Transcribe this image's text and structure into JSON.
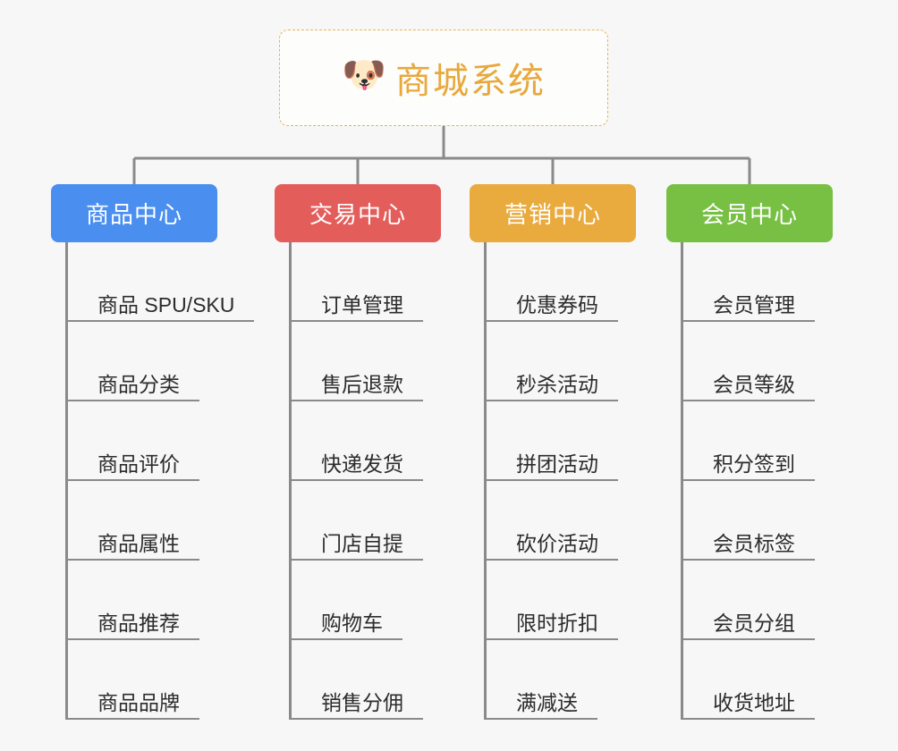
{
  "canvas": {
    "background_color": "#f7f7f7",
    "connector_color": "#8a8a8a"
  },
  "root": {
    "icon": "dog-face-emoji",
    "emoji": "🐶",
    "title": "商城系统",
    "title_color": "#e8a83c",
    "border_color": "#e9b44c",
    "fill_color": "#fdfdfb"
  },
  "branches": [
    {
      "id": "product-center",
      "label": "商品中心",
      "color": "#4a8ff0",
      "items": [
        "商品 SPU/SKU",
        "商品分类",
        "商品评价",
        "商品属性",
        "商品推荐",
        "商品品牌"
      ]
    },
    {
      "id": "trade-center",
      "label": "交易中心",
      "color": "#e35d5b",
      "items": [
        "订单管理",
        "售后退款",
        "快递发货",
        "门店自提",
        "购物车",
        "销售分佣"
      ]
    },
    {
      "id": "marketing-center",
      "label": "营销中心",
      "color": "#e9aa3e",
      "items": [
        "优惠券码",
        "秒杀活动",
        "拼团活动",
        "砍价活动",
        "限时折扣",
        "满减送"
      ]
    },
    {
      "id": "member-center",
      "label": "会员中心",
      "color": "#78c043",
      "items": [
        "会员管理",
        "会员等级",
        "积分签到",
        "会员标签",
        "会员分组",
        "收货地址"
      ]
    }
  ]
}
